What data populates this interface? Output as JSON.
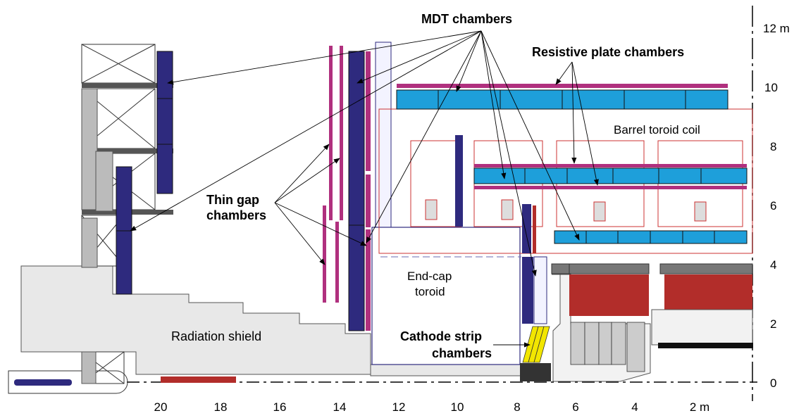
{
  "labels": {
    "mdt": "MDT chambers",
    "rpc": "Resistive plate chambers",
    "barrel_toroid": "Barrel toroid coil",
    "tgc_line1": "Thin gap",
    "tgc_line2": "chambers",
    "endcap_line1": "End-cap",
    "endcap_line2": "toroid",
    "csc_line1": "Cathode strip",
    "csc_line2": "chambers",
    "shield": "Radiation shield"
  },
  "x_axis": [
    "20",
    "18",
    "16",
    "14",
    "12",
    "10",
    "8",
    "6",
    "4",
    "2 m"
  ],
  "y_axis": [
    "12 m",
    "10",
    "8",
    "6",
    "4",
    "2",
    "0"
  ],
  "colors": {
    "mdt_dark": "#2e2a7e",
    "mdt_light": "#1e9fda",
    "rpc": "#b0307e",
    "toroid_red": "#b22d2a",
    "shield_fill": "#e8e8e8",
    "csc_yellow": "#f2e600",
    "coil_outline": "#cc3333"
  }
}
